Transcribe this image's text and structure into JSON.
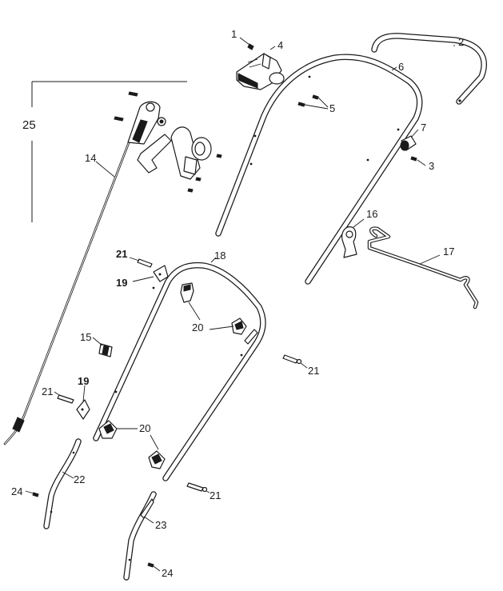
{
  "callouts": {
    "c1": "1",
    "c2": "2",
    "c3": "3",
    "c4": "4",
    "c5": "5",
    "c6": "6",
    "c7": "7",
    "c14": "14",
    "c15": "15",
    "c16": "16",
    "c17": "17",
    "c18": "18",
    "c19a": "19",
    "c19b": "19",
    "c20a": "20",
    "c20b": "20",
    "c21a": "21",
    "c21b": "21",
    "c21c": "21",
    "c21d": "21",
    "c22": "22",
    "c23": "23",
    "c24a": "24",
    "c24b": "24",
    "c25": "25"
  }
}
